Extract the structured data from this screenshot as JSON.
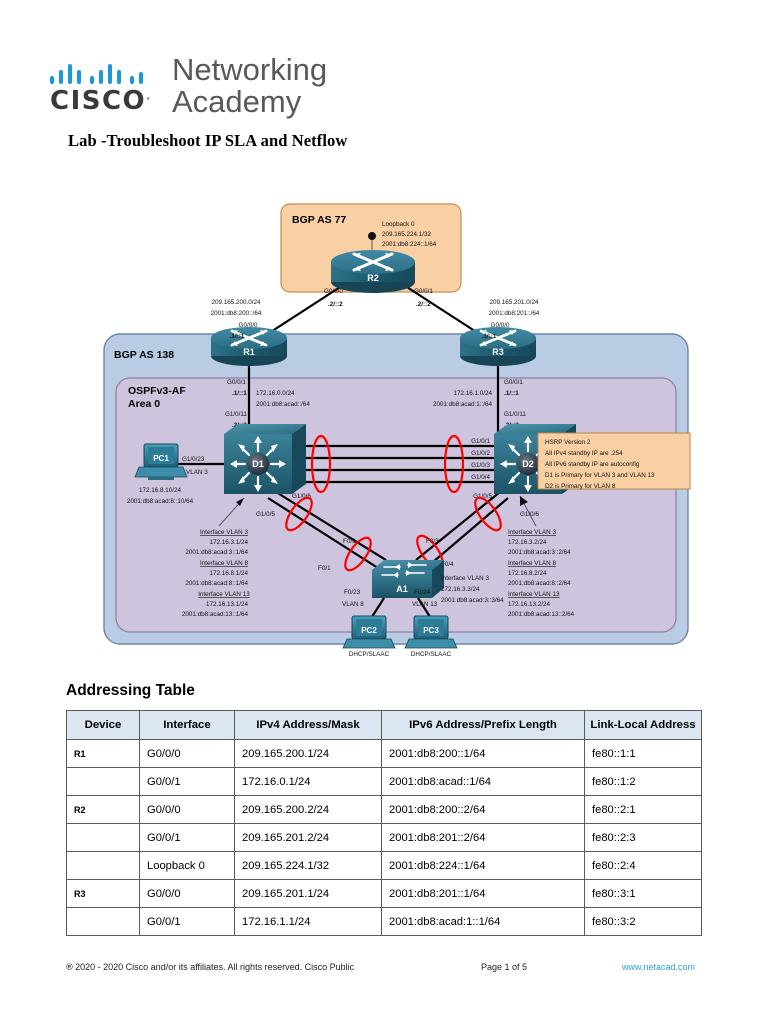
{
  "brand": {
    "logo_bars_icon": "cisco-bridge-icon",
    "cisco_wordmark": "CISCO",
    "trademark": ".",
    "line1": "Networking",
    "line2": "Academy",
    "accent_color": "#1a9bd7"
  },
  "document": {
    "title": "Lab -Troubleshoot IP SLA and Netflow"
  },
  "topology": {
    "zones": {
      "bgp77": {
        "label": "BGP AS 77",
        "fill": "#f9cfa4"
      },
      "bgp138": {
        "label": "BGP AS 138",
        "fill": "#b9cce4"
      },
      "ospf": {
        "label_line1": "OSPFv3-AF",
        "label_line2": "Area 0",
        "fill": "#cfc4de"
      }
    },
    "loopback": {
      "title": "Loopback 0",
      "ipv4": "209.165.224.1/32",
      "ipv6": "2001:db8:224::1/64"
    },
    "devices": {
      "r2": "R2",
      "r1": "R1",
      "r3": "R3",
      "d1": "D1",
      "d2": "D2",
      "a1": "A1",
      "pc1": "PC1",
      "pc2": "PC2",
      "pc3": "PC3"
    },
    "links": {
      "r1_r2_net_v4": "209.165.200.0/24",
      "r1_r2_net_v6": "2001:db8:200::/64",
      "r2_r3_net_v4": "209.165.201.0/24",
      "r2_r3_net_v6": "2001:db8:201::/64",
      "r1_d1_net_v4": "172.16.0.0/24",
      "r1_d1_net_v6": "2001:db8:acad::/64",
      "r3_d2_net_v4": "172.16.1.0/24",
      "r3_d2_net_v6": "2001:db8:acad:1::/64"
    },
    "ports": {
      "r2_g0_0_0": "G0/0/0",
      "r2_g0_0_0_ip": ".2/::2",
      "r2_g0_0_1": "G0/0/1",
      "r2_g0_0_1_ip": ".2/::2",
      "r1_g0_0_0": "G0/0/0",
      "r1_g0_0_0_ip": ".1/::1",
      "r3_g0_0_0": "G0/0/0",
      "r3_g0_0_0_ip": ".1/::1",
      "r1_g0_0_1": "G0/0/1",
      "r1_g0_0_1_ip": ".1/::1",
      "r3_g0_0_1": "G0/0/1",
      "r3_g0_0_1_ip": ".1/::1",
      "d1_g1_0_11": "G1/0/11",
      "d1_g1_0_11_ip": ".2/::2",
      "d2_g1_0_11": "G1/0/11",
      "d2_g1_0_11_ip": ".2/::2",
      "d1_g1_0_1": "G1/0/1",
      "d1_g1_0_2": "G1/0/2",
      "d1_g1_0_3": "G1/0/3",
      "d1_g1_0_4": "G1/0/4",
      "d2_g1_0_1": "G1/0/1",
      "d2_g1_0_2": "G1/0/2",
      "d2_g1_0_3": "G1/0/3",
      "d2_g1_0_4": "G1/0/4",
      "d1_g1_0_5": "G1/0/5",
      "d1_g1_0_6": "G1/0/6",
      "d2_g1_0_5": "G1/0/5",
      "d2_g1_0_6": "G1/0/6",
      "d1_g1_0_23": "G1/0/23",
      "d1_g1_0_23_vlan": "VLAN 3",
      "a1_f0_1": "F0/1",
      "a1_f0_2": "F0/2",
      "a1_f0_3": "F0/3",
      "a1_f0_4": "F0/4",
      "a1_f0_23": "F0/23",
      "a1_f0_23_vlan": "VLAN 8",
      "a1_f0_24": "F0/24",
      "a1_f0_24_vlan": "VLAN 13"
    },
    "pc1_addr": {
      "ipv4": "172.16.8.10/24",
      "ipv6": "2001:db8:acad:8::10/64"
    },
    "pc2_label": "DHCP/SLAAC",
    "pc3_label": "DHCP/SLAAC",
    "d1_vlans": [
      {
        "title": "Interface VLAN 3",
        "ipv4": "172.16.3.1/24",
        "ipv6": "2001:db8:acad:3::1/64"
      },
      {
        "title": "Interface VLAN 8",
        "ipv4": "172.16.8.1/24",
        "ipv6": "2001:db8:acad:8::1/64"
      },
      {
        "title": "Interface VLAN 13",
        "ipv4": "172.16.13.1/24",
        "ipv6": "2001:db8:acad:13::1/64"
      }
    ],
    "d2_vlans": [
      {
        "title": "Interface VLAN 3",
        "ipv4": "172.16.3.2/24",
        "ipv6": "2001:db8:acad:3::2/64"
      },
      {
        "title": "Interface VLAN 8",
        "ipv4": "172.16.8.2/24",
        "ipv6": "2001:db8:acad:8::2/64"
      },
      {
        "title": "Interface VLAN 13",
        "ipv4": "172.16.13.2/24",
        "ipv6": "2001:db8:acad:13::2/64"
      }
    ],
    "a1_vlan": {
      "title": "Interface VLAN 3",
      "ipv4": "172.16.3.3/24",
      "ipv6": "2001:db8:acad:3::3/64"
    },
    "hsrp_callout": {
      "fill": "#f9cfa4",
      "lines": [
        "HSRP Version 2",
        "All IPv4 standby IP are .254",
        "All IPv6 standby IP are autoconfig",
        "D1 is Primary for VLAN 3 and VLAN 13",
        "D2 is Primary for VLAN 8"
      ]
    },
    "annotation_color": "#ff0000"
  },
  "addressing_table": {
    "heading": "Addressing Table",
    "columns": [
      "Device",
      "Interface",
      "IPv4 Address/Mask",
      "IPv6 Address/Prefix Length",
      "Link-Local Address"
    ],
    "rows": [
      {
        "device": "R1",
        "interface": "G0/0/0",
        "ipv4": "209.165.200.1/24",
        "ipv6": "2001:db8:200::1/64",
        "link_local": "fe80::1:1",
        "first": true
      },
      {
        "device": "",
        "interface": "G0/0/1",
        "ipv4": "172.16.0.1/24",
        "ipv6": "2001:db8:acad::1/64",
        "link_local": "fe80::1:2",
        "first": false
      },
      {
        "device": "R2",
        "interface": "G0/0/0",
        "ipv4": "209.165.200.2/24",
        "ipv6": "2001:db8:200::2/64",
        "link_local": "fe80::2:1",
        "first": true
      },
      {
        "device": "",
        "interface": "G0/0/1",
        "ipv4": "209.165.201.2/24",
        "ipv6": "2001:db8:201::2/64",
        "link_local": "fe80::2:3",
        "first": false
      },
      {
        "device": "",
        "interface": "Loopback 0",
        "ipv4": "209.165.224.1/32",
        "ipv6": "2001:db8:224::1/64",
        "link_local": "fe80::2:4",
        "first": false
      },
      {
        "device": "R3",
        "interface": "G0/0/0",
        "ipv4": "209.165.201.1/24",
        "ipv6": "2001:db8:201::1/64",
        "link_local": "fe80::3:1",
        "first": true
      },
      {
        "device": "",
        "interface": "G0/0/1",
        "ipv4": "172.16.1.1/24",
        "ipv6": "2001:db8:acad:1::1/64",
        "link_local": "fe80::3:2",
        "first": false
      }
    ]
  },
  "footer": {
    "copyright": "®  2020 - 2020 Cisco and/or its affiliates. All rights reserved. Cisco Public",
    "page": "Page 1 of 5",
    "website": "www.netacad.com"
  }
}
